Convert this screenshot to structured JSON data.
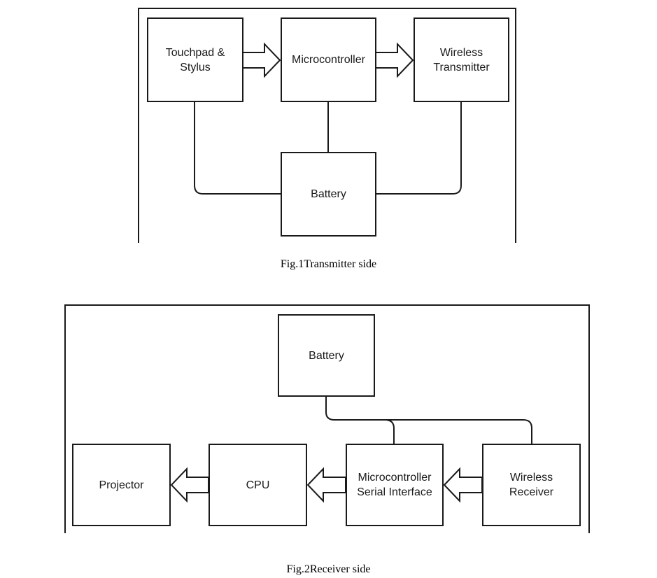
{
  "figure1": {
    "blocks": {
      "touchpad": "Touchpad &\nStylus",
      "microcontroller": "Microcontroller",
      "wireless_transmitter": "Wireless\nTransmitter",
      "battery": "Battery"
    },
    "caption": "Fig.1Transmitter side"
  },
  "figure2": {
    "blocks": {
      "battery": "Battery",
      "projector": "Projector",
      "cpu": "CPU",
      "microcontroller_serial": "Microcontroller\nSerial Interface",
      "wireless_receiver": "Wireless\nReceiver"
    },
    "caption": "Fig.2Receiver side"
  },
  "colors": {
    "line": "#1a1a1a",
    "background": "#ffffff"
  }
}
